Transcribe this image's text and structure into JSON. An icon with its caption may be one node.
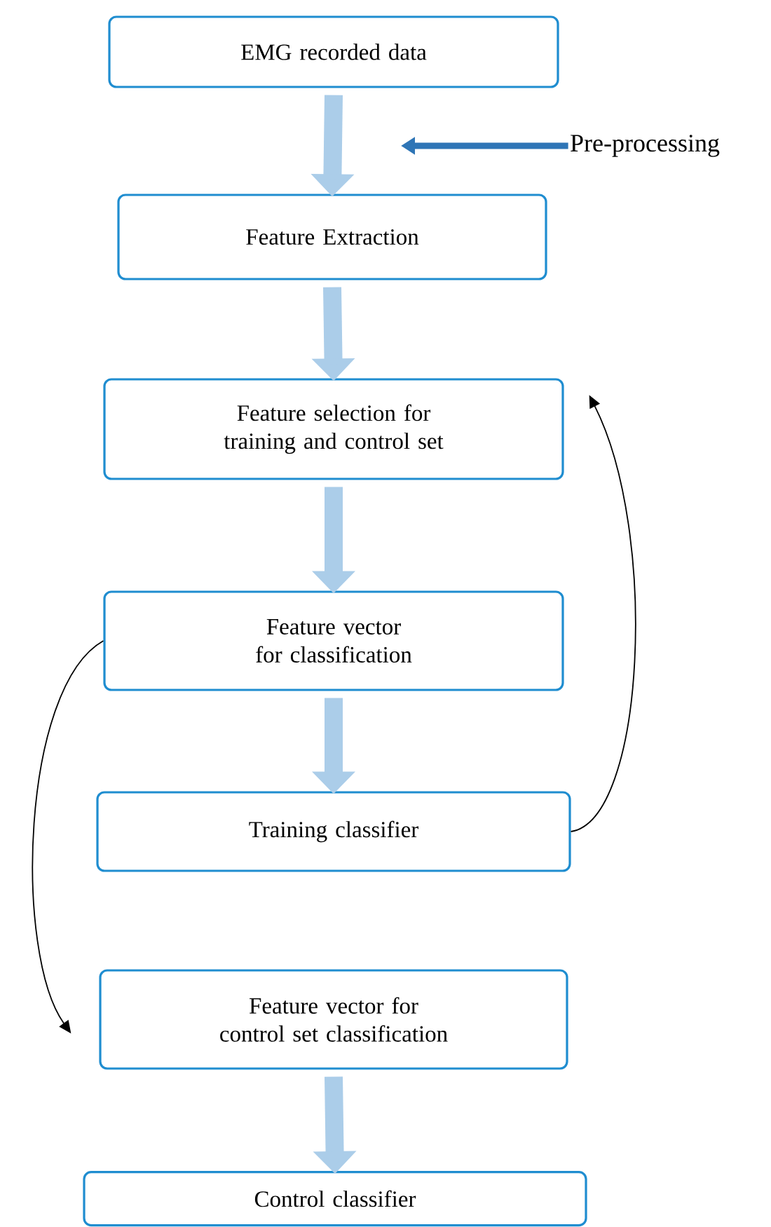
{
  "diagram": {
    "nodes": [
      {
        "text": [
          "EMG recorded data"
        ]
      },
      {
        "text": [
          "Feature Extraction"
        ]
      },
      {
        "text": [
          "Feature selection for training and control set"
        ]
      },
      {
        "text": [
          "Feature vector for classification"
        ]
      },
      {
        "text": [
          "Training classifier"
        ]
      },
      {
        "text": [
          "Feature vector for control set classification"
        ]
      },
      {
        "text": [
          "Control classifier"
        ]
      },
      {
        "text": [
          "Pre-processing"
        ]
      }
    ],
    "edges": [
      {
        "from": 0,
        "to": 1,
        "arrow": "to"
      },
      {
        "from": 1,
        "to": 2,
        "arrow": "to"
      },
      {
        "from": 2,
        "to": 3,
        "arrow": "to"
      },
      {
        "from": 3,
        "to": 4,
        "arrow": "to"
      },
      {
        "from": 4,
        "to": 2,
        "arrow": "to",
        "color": "#000000"
      },
      {
        "from": 3,
        "to": 5,
        "arrow": "to",
        "color": "#000000"
      },
      {
        "from": 5,
        "to": 6,
        "arrow": "to"
      },
      {
        "from": 7,
        "to": null,
        "arrow": "to",
        "color": "#2e75b6"
      }
    ]
  }
}
